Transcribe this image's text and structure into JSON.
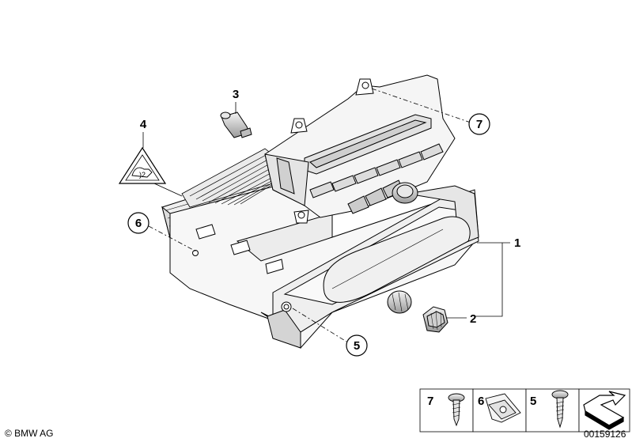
{
  "callouts": {
    "c1": "1",
    "c2": "2",
    "c3": "3",
    "c4": "4",
    "c5": "5",
    "c6": "6",
    "c7": "7"
  },
  "legend": {
    "items": [
      "7",
      "6",
      "5"
    ]
  },
  "footer": {
    "copyright": "© BMW AG",
    "code": "00159126"
  },
  "colors": {
    "line": "#000000",
    "fill_light": "#f2f2f2",
    "fill_mid": "#dddddd",
    "fill_dark": "#bdbdbd"
  },
  "icons": [
    "warning-triangle-icon",
    "arrow-icon"
  ]
}
